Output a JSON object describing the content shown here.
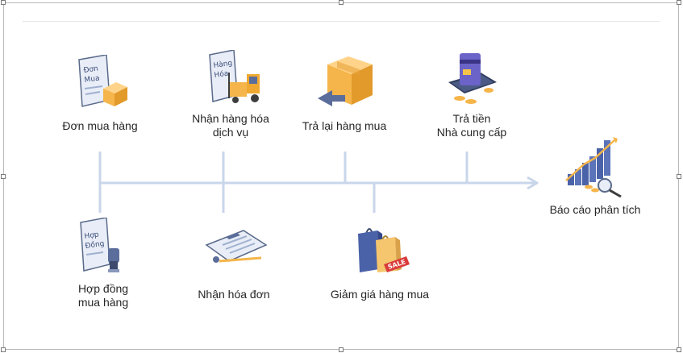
{
  "nodes": {
    "don_mua_hang": {
      "label": "Đơn mua hàng",
      "icon_text": [
        "Đơn",
        "Mua"
      ]
    },
    "nhan_hang_hoa": {
      "line1": "Nhận hàng hóa",
      "line2": "dịch vụ",
      "icon_text": [
        "Hàng",
        "Hóa"
      ]
    },
    "tra_lai": {
      "label": "Trả lại hàng mua"
    },
    "tra_tien": {
      "line1": "Trả tiền",
      "line2": "Nhà cung cấp"
    },
    "bao_cao": {
      "label": "Báo cáo phân tích"
    },
    "hop_dong": {
      "line1": "Hợp đồng",
      "line2": "mua hàng",
      "icon_text": [
        "Hợp",
        "Đồng"
      ]
    },
    "nhan_hoa_don": {
      "label": "Nhận hóa đơn"
    },
    "giam_gia": {
      "label": "Giảm giá hàng mua",
      "icon_text": "SALE"
    }
  },
  "colors": {
    "timeline": "#c9d6ea",
    "doc_fill": "#e8edf7",
    "doc_border": "#5a6a8a",
    "box": "#f5b54a",
    "blue": "#4a62a8"
  }
}
